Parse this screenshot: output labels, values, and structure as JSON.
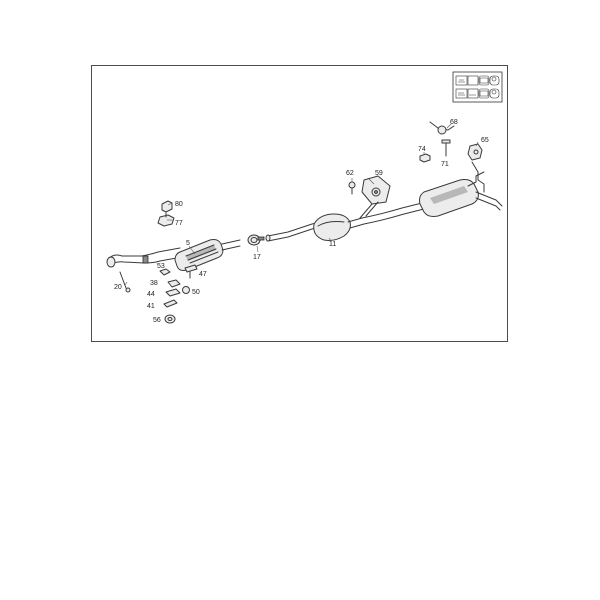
{
  "diagram": {
    "callouts": {
      "c5": "5",
      "c11": "11",
      "c17": "17",
      "c20": "20",
      "c38": "38",
      "c41": "41",
      "c44": "44",
      "c47": "47",
      "c50": "50",
      "c53": "53",
      "c56": "56",
      "c59": "59",
      "c62": "62",
      "c65": "65",
      "c68": "68",
      "c71": "71",
      "c74": "74",
      "c77": "77",
      "c80": "80"
    },
    "legend_icons": [
      "car-icon",
      "car-icon",
      "engine-icon",
      "engine-icon",
      "wagon-icon",
      "wagon-icon",
      "engine-icon",
      "engine-icon"
    ]
  }
}
